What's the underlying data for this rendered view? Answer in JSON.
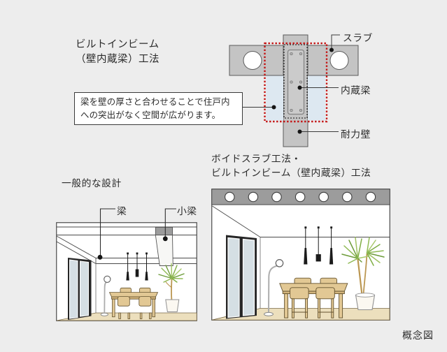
{
  "page": {
    "background_color": "#ededed",
    "caption": "概念図"
  },
  "builtin_beam_section": {
    "title_line1": "ビルトインビーム",
    "title_line2": "（壁内蔵梁）工法",
    "description_line1": "梁を壁の厚さと合わせることで住戸内",
    "description_line2": "への突出がなく空間が広がります。",
    "labels": {
      "slab": "スラブ",
      "built_in_beam": "内蔵梁",
      "bearing_wall": "耐力壁"
    },
    "colors": {
      "concrete_gray": "#c4c4c4",
      "highlight_blue": "#dde8f1",
      "frame_red": "#c41414"
    }
  },
  "general_design_section": {
    "title": "一般的な設計",
    "labels": {
      "beam": "梁",
      "small_beam": "小梁"
    }
  },
  "void_slab_section": {
    "title_line1": "ボイドスラブ工法・",
    "title_line2": "ビルトインビーム（壁内蔵梁）工法"
  },
  "illustration_colors": {
    "slab_gray": "#9c9c9c",
    "floor_tan": "#ecdfbd",
    "wood": "#e2c894",
    "glass_blue": "#d5dfe4",
    "leaf_green": "#7fae45"
  }
}
